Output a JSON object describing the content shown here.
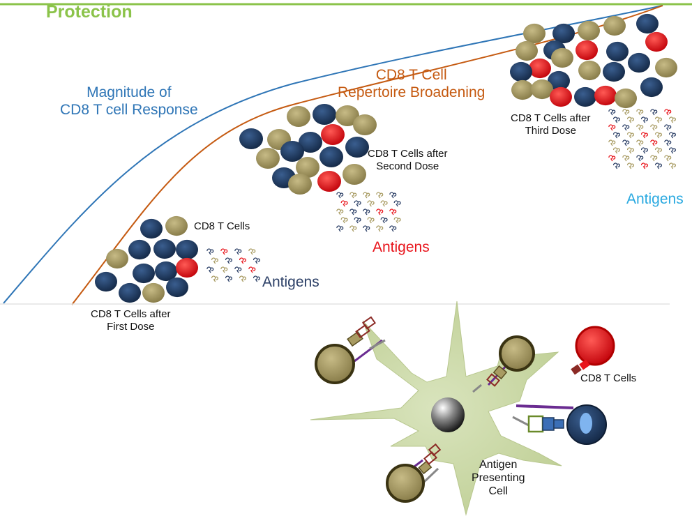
{
  "title": "Protection",
  "curves": {
    "magnitude_label_1": "Magnitude of",
    "magnitude_label_2": "CD8 T cell Response",
    "repertoire_label_1": "CD8 T Cell",
    "repertoire_label_2": "Repertoire Broadening"
  },
  "stage1": {
    "cells_label": "CD8 T Cells",
    "caption_1": "CD8 T Cells after",
    "caption_2": "First Dose",
    "antigens_label": "Antigens"
  },
  "stage2": {
    "caption_1": "CD8 T Cells after",
    "caption_2": "Second Dose",
    "antigens_label": "Antigens"
  },
  "stage3": {
    "caption_1": "CD8 T Cells after",
    "caption_2": "Third Dose",
    "antigens_label": "Antigens"
  },
  "apc": {
    "tcells_label": "CD8 T Cells",
    "label_1": "Antigen",
    "label_2": "Presenting",
    "label_3": "Cell"
  },
  "colors": {
    "protection": "#8bc34a",
    "magnitude_curve": "#2e75b6",
    "repertoire_curve": "#c55a11",
    "cell_navy": "#1f3a60",
    "cell_tan": "#a89b62",
    "cell_red": "#e8141b",
    "apc_body": "#cfdcae",
    "antigens_stage1": "#2b3f66",
    "antigens_stage2": "#e8141b",
    "antigens_stage3": "#29a9e0"
  }
}
